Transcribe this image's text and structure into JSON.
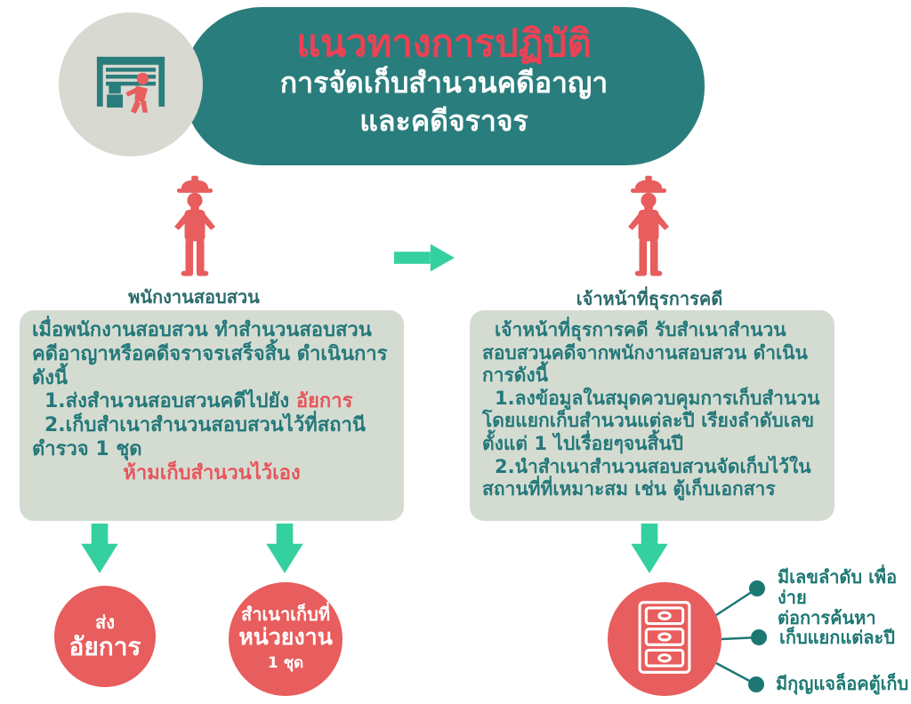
{
  "header": {
    "title": "แนวทางการปฏิบัติ",
    "subtitle_line1": "การจัดเก็บสำนวนคดีอาญา",
    "subtitle_line2": "และคดีจราจร"
  },
  "actors": {
    "left_label": "พนักงานสอบสวน",
    "right_label": "เจ้าหน้าที่ธุรการคดี"
  },
  "left_box": {
    "intro": "เมื่อพนักงานสอบสวน ทำสำนวนสอบสวนคดีอาญาหรือคดีจราจรเสร็จสิ้น ดำเนินการดังนี้",
    "item1_prefix": "1.ส่งสำนวนสอบสวนคดีไปยัง ",
    "item1_highlight": "อัยการ",
    "item2": "2.เก็บสำเนาสำนวนสอบสวนไว้ที่สถานีตำรวจ 1 ชุด",
    "warning": "ห้ามเก็บสำนวนไว้เอง"
  },
  "right_box": {
    "intro": "เจ้าหน้าที่ธุรการคดี รับสำเนาสำนวนสอบสวนคดีจากพนักงานสอบสวน ดำเนินการดังนี้",
    "item1": "1.ลงข้อมูลในสมุดควบคุมการเก็บสำนวน โดยแยกเก็บสำนวนแต่ละปี เรียงลำดับเลขตั้งแต่ 1 ไปเรื่อยๆจนสิ้นปี",
    "item2": "2.นำสำเนาสำนวนสอบสวนจัดเก็บไว้ในสถานที่ที่เหมาะสม เช่น ตู้เก็บเอกสาร"
  },
  "outcomes": {
    "circle1_line1": "ส่ง",
    "circle1_line2": "อัยการ",
    "circle2_line1": "สำเนาเก็บที่",
    "circle2_line2": "หน่วยงาน",
    "circle2_line3": "1 ชุด"
  },
  "benefits": [
    {
      "line1": "มีเลขลำดับ เพื่อง่าย",
      "line2": "ต่อการค้นหา"
    },
    {
      "line1": "เก็บแยกแต่ละปี",
      "line2": ""
    },
    {
      "line1": "มีกุญแจล็อคตู้เก็บ",
      "line2": ""
    }
  ],
  "icons": {
    "header_icon": "warehouse-storage-icon",
    "actor_icon": "police-officer-icon",
    "flow_icon": "arrow-right-icon",
    "down_icon": "arrow-down-icon",
    "cabinet_icon": "filing-cabinet-icon",
    "bullet_icon": "dot-icon"
  },
  "colors": {
    "teal": "#2a7d7d",
    "mint": "#35d0a0",
    "salmon": "#e85d5d",
    "red_accent": "#ee4154",
    "sage": "#d4dcd2",
    "teal_text": "#24787a",
    "dark_teal": "#1d7874"
  }
}
